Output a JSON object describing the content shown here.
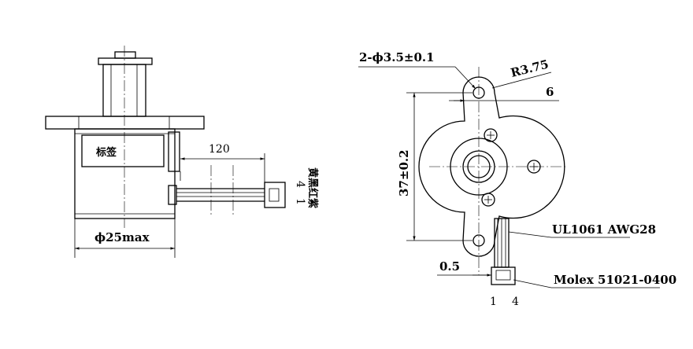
{
  "side_view": {
    "label_text": "标签",
    "lead_length": "120",
    "diameter": "ϕ25max",
    "pin_first": "1",
    "pin_last": "4",
    "wire_colors": "黄黑红紫"
  },
  "front_view": {
    "hole_spec": "2-ϕ3.5±0.1",
    "radius": "R3.75",
    "flange_offset": "6",
    "hole_distance": "37±0.2",
    "wire_spec": "UL1061 AWG28",
    "gap": "0.5",
    "connector_spec": "Molex 51021-0400",
    "pin_first": "1",
    "pin_last": "4"
  }
}
